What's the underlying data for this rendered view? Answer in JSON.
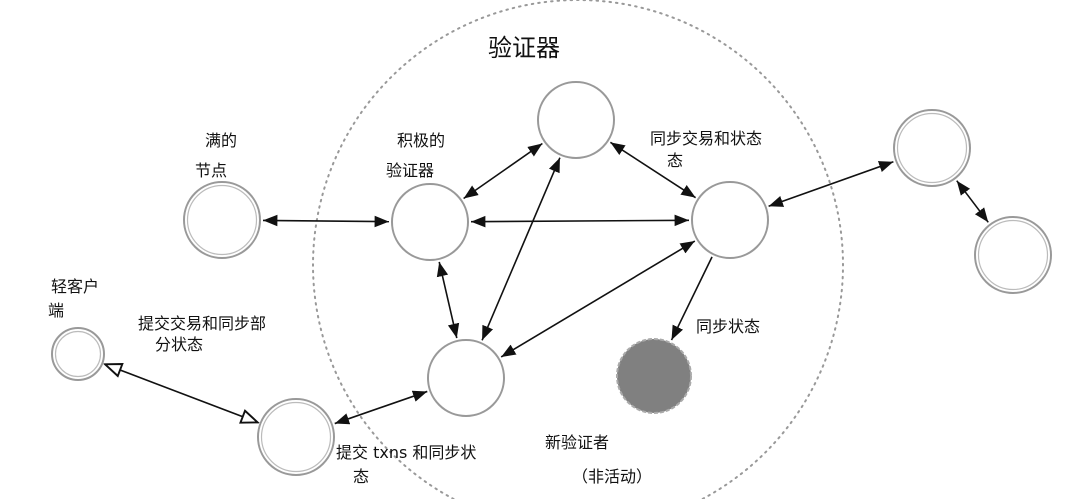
{
  "title": "验证器",
  "labels": {
    "full_node_1": "满的",
    "full_node_2": "节点",
    "active_validator_1": "积极的",
    "active_validator_2": "验证器",
    "sync_tx_state_1": "同步交易和状态",
    "sync_tx_state_2": "态",
    "light_client_1": "轻客户",
    "light_client_2": "端",
    "submit_partial_1": "提交交易和同步部",
    "submit_partial_2": "分状态",
    "submit_txns_1": "提交 txns 和同步状",
    "submit_txns_2": "态",
    "sync_state": "同步状态",
    "new_validator": "新验证者",
    "inactive": "（非活动）"
  },
  "nodes": [
    {
      "id": "full",
      "kind": "double"
    },
    {
      "id": "active",
      "kind": "single"
    },
    {
      "id": "top",
      "kind": "single"
    },
    {
      "id": "right",
      "kind": "single"
    },
    {
      "id": "bottom",
      "kind": "single"
    },
    {
      "id": "new",
      "kind": "inactive"
    },
    {
      "id": "light",
      "kind": "double"
    },
    {
      "id": "submitter",
      "kind": "double"
    },
    {
      "id": "ext1",
      "kind": "double"
    },
    {
      "id": "ext2",
      "kind": "double"
    }
  ],
  "edges": [
    {
      "from": "full",
      "to": "active",
      "dir": "both",
      "head": "solid"
    },
    {
      "from": "active",
      "to": "top",
      "dir": "both",
      "head": "solid"
    },
    {
      "from": "active",
      "to": "right",
      "dir": "both",
      "head": "solid"
    },
    {
      "from": "active",
      "to": "bottom",
      "dir": "both",
      "head": "solid"
    },
    {
      "from": "top",
      "to": "right",
      "dir": "both",
      "head": "solid"
    },
    {
      "from": "top",
      "to": "bottom",
      "dir": "both",
      "head": "solid"
    },
    {
      "from": "right",
      "to": "bottom",
      "dir": "both",
      "head": "solid"
    },
    {
      "from": "right",
      "to": "new",
      "dir": "forward",
      "head": "solid"
    },
    {
      "from": "right",
      "to": "ext1",
      "dir": "both",
      "head": "solid"
    },
    {
      "from": "ext1",
      "to": "ext2",
      "dir": "both",
      "head": "solid"
    },
    {
      "from": "light",
      "to": "submitter",
      "dir": "both",
      "head": "hollow"
    },
    {
      "from": "bottom",
      "to": "submitter",
      "dir": "both",
      "head": "solid"
    }
  ],
  "colors": {
    "line": "#111111",
    "node_stroke": "#999999",
    "inactive_fill": "#808080"
  }
}
